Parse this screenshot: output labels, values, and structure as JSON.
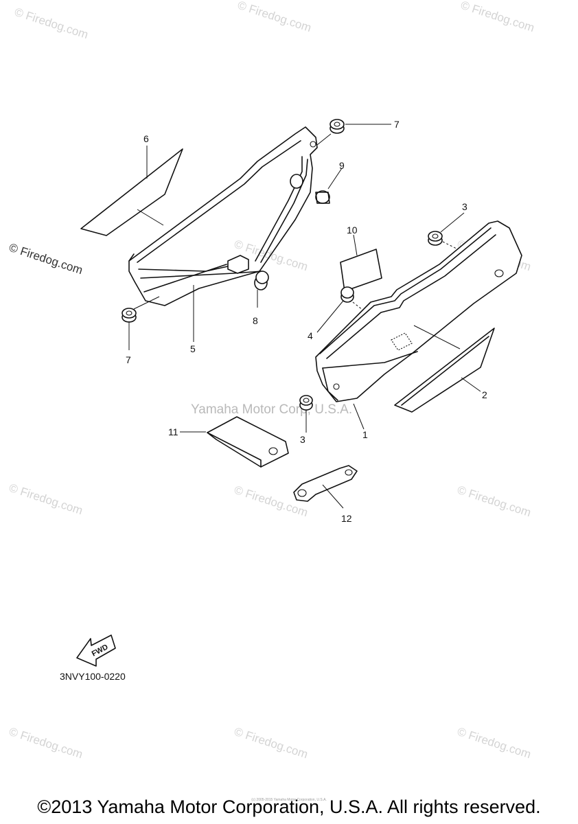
{
  "watermarks": {
    "text": "© Firedog.com",
    "center_text": "Yamaha Motor Corp, U.S.A."
  },
  "parts": {
    "p1": "1",
    "p2": "2",
    "p3a": "3",
    "p3b": "3",
    "p4": "4",
    "p5": "5",
    "p6": "6",
    "p7a": "7",
    "p7b": "7",
    "p8": "8",
    "p9": "9",
    "p10": "10",
    "p11": "11",
    "p12": "12"
  },
  "fwd_label": "FWD",
  "diagram_code": "3NVY100-0220",
  "copyright": "©2013 Yamaha Motor Corporation, U.S.A. All rights reserved.",
  "tiny_credit": "(c) 2005-2015 Yamaha Motor Corporation, U.S.A."
}
